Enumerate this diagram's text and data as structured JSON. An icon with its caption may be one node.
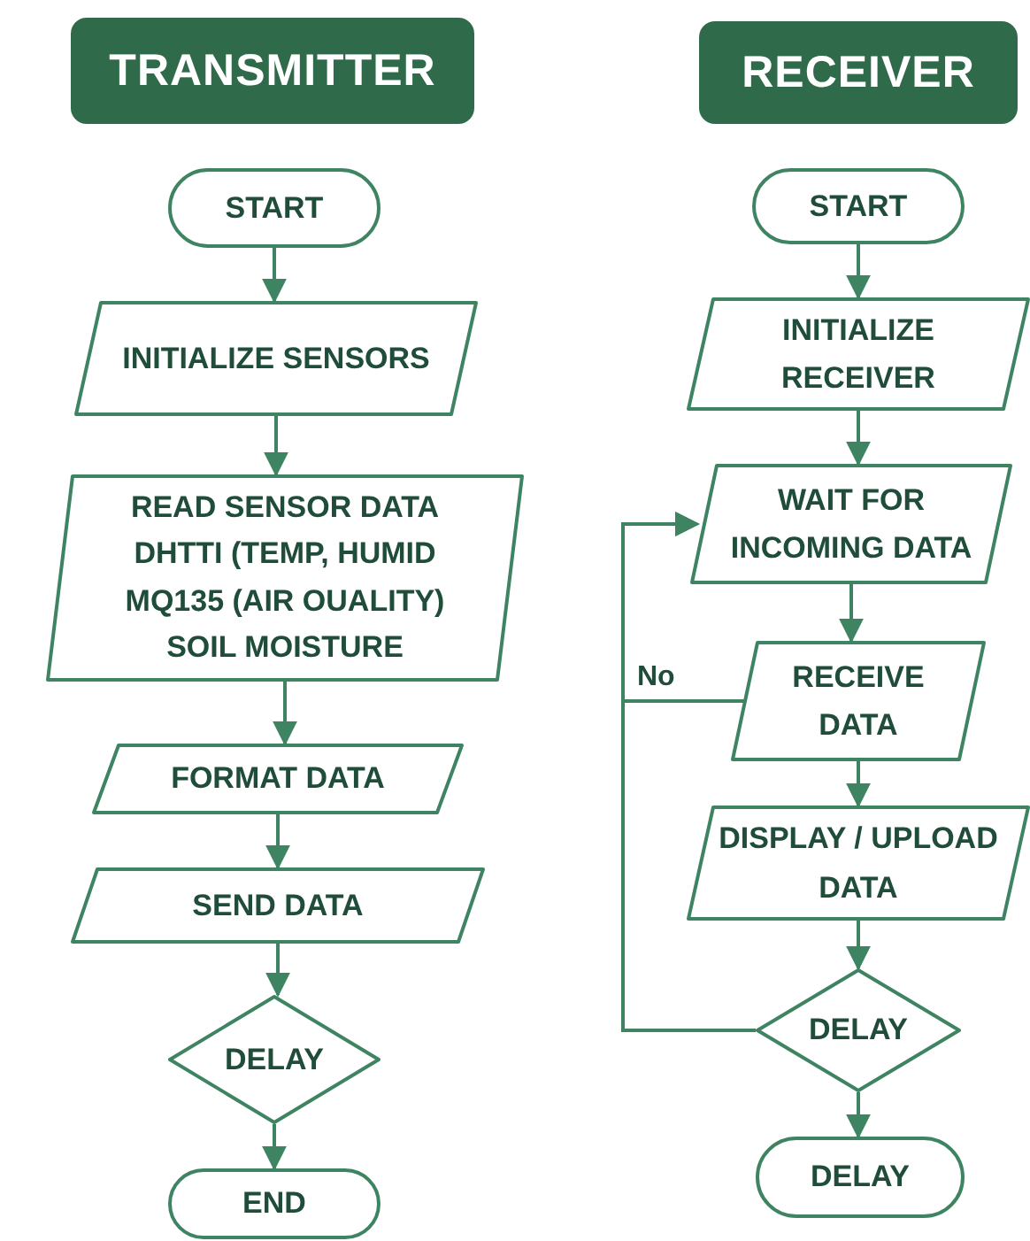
{
  "diagram": {
    "nodes": [
      {
        "text": [
          "TRANSMITTER"
        ]
      },
      {
        "text": [
          "RECEIVER"
        ]
      },
      {
        "text": [
          "START"
        ]
      },
      {
        "text": [
          "INITIALIZE SENSORS"
        ]
      },
      {
        "text": [
          "READ SENSOR DATA",
          "DHTTI (TEMP, HUMID",
          "MQ135 (AIR OUALITY)",
          "SOIL MOISTURE"
        ]
      },
      {
        "text": [
          "FORMAT DATA"
        ]
      },
      {
        "text": [
          "SEND DATA"
        ]
      },
      {
        "text": [
          "DELAY"
        ]
      },
      {
        "text": [
          "END"
        ]
      },
      {
        "text": [
          "START"
        ]
      },
      {
        "text": [
          "INITIALIZE RECEIVER"
        ]
      },
      {
        "text": [
          "WAIT FOR INCOMING DATA"
        ]
      },
      {
        "text": [
          "RECEIVE DATA"
        ]
      },
      {
        "text": [
          "DISPLAY / UPLOAD DATA"
        ]
      },
      {
        "text": [
          "DELAY"
        ]
      },
      {
        "text": [
          "DELAY"
        ]
      }
    ],
    "edges": [
      {
        "from": 2,
        "to": 3,
        "arrow": "to"
      },
      {
        "from": 3,
        "to": 4,
        "arrow": "to"
      },
      {
        "from": 4,
        "to": 5,
        "arrow": "to"
      },
      {
        "from": 5,
        "to": 6,
        "arrow": "to"
      },
      {
        "from": 6,
        "to": 7,
        "arrow": "to"
      },
      {
        "from": 7,
        "to": 8,
        "arrow": "to"
      },
      {
        "from": 9,
        "to": 10,
        "arrow": "to"
      },
      {
        "from": 10,
        "to": 11,
        "arrow": "to"
      },
      {
        "from": 11,
        "to": 12,
        "arrow": "to"
      },
      {
        "from": 12,
        "to": 13,
        "arrow": "to"
      },
      {
        "from": 13,
        "to": 14,
        "arrow": "to"
      },
      {
        "from": 14,
        "to": 15,
        "arrow": "to"
      },
      {
        "from": 14,
        "to": 11,
        "arrow": "to"
      },
      {
        "from": 12,
        "to": 11,
        "arrow": "to",
        "label": "No"
      }
    ]
  }
}
